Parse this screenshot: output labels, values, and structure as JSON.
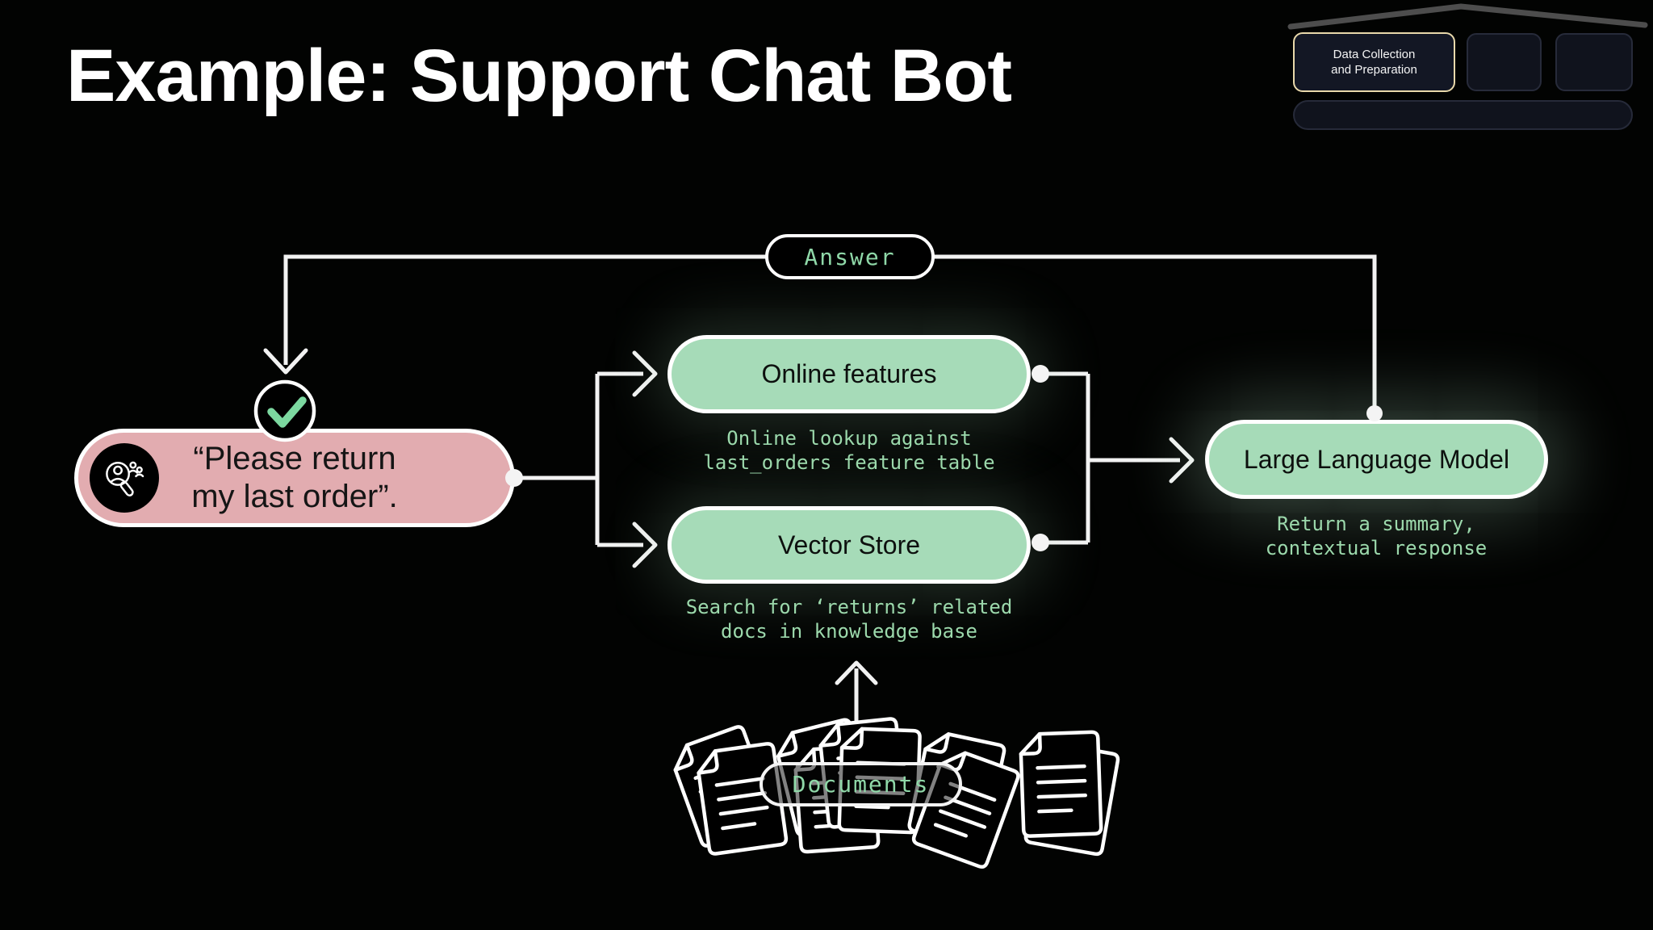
{
  "slide": {
    "title": "Example: Support Chat Bot"
  },
  "deck_nav": {
    "active_tab": {
      "line1": "Data Collection",
      "line2": "and Preparation"
    }
  },
  "diagram": {
    "answer_label": "Answer",
    "user_query": {
      "line1": "“Please return",
      "line2": "my last order”."
    },
    "online_features": {
      "label": "Online features",
      "caption1": "Online lookup against",
      "caption2": "last_orders feature table"
    },
    "vector_store": {
      "label": "Vector Store",
      "caption1": "Search for ‘returns’ related",
      "caption2": "docs in knowledge base"
    },
    "llm": {
      "label": "Large Language Model",
      "caption1": "Return a summary,",
      "caption2": "contextual response"
    },
    "documents_label": "Documents"
  },
  "colors": {
    "background": "#020302",
    "node_green": "#a6dbb8",
    "user_pink": "#e2acb0",
    "mono_green": "#9cd9ac",
    "check_green": "#7cd8a0",
    "connector": "#f2f2f2",
    "active_tab_border": "#e9d9ab"
  }
}
